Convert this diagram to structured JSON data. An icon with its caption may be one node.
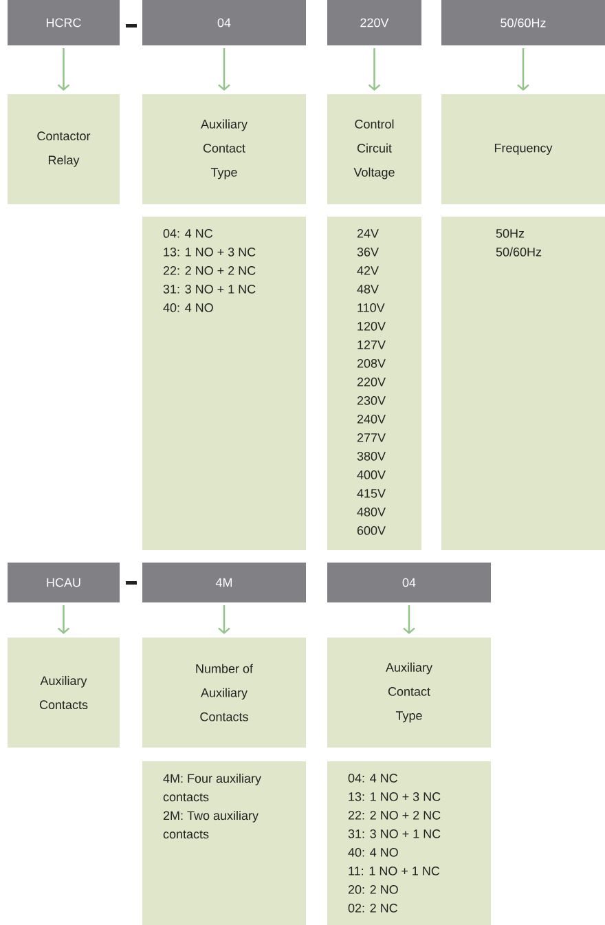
{
  "diagram": {
    "nodes": [
      {
        "text": [
          "HCRC"
        ]
      },
      {
        "text": [
          "04"
        ]
      },
      {
        "text": [
          "220V"
        ]
      },
      {
        "text": [
          "50/60Hz"
        ]
      },
      {
        "text": [
          "Contactor Relay"
        ]
      },
      {
        "text": [
          "Auxiliary Contact Type"
        ]
      },
      {
        "text": [
          "Control Circuit Voltage"
        ]
      },
      {
        "text": [
          "Frequency"
        ]
      },
      {
        "text": [
          "04: 4 NC",
          "13: 1 NO + 3 NC",
          "22: 2 NO + 2 NC",
          "31: 3 NO + 1 NC",
          "40: 4 NO"
        ]
      },
      {
        "text": [
          "24V",
          "36V",
          "42V",
          "48V",
          "110V",
          "120V",
          "127V",
          "208V",
          "220V",
          "230V",
          "240V",
          "277V",
          "380V",
          "400V",
          "415V",
          "480V",
          "600V"
        ]
      },
      {
        "text": [
          "50Hz",
          "50/60Hz"
        ]
      },
      {
        "text": [
          "HCAU"
        ]
      },
      {
        "text": [
          "4M"
        ]
      },
      {
        "text": [
          "04"
        ]
      },
      {
        "text": [
          "Auxiliary Contacts"
        ]
      },
      {
        "text": [
          "Number of Auxiliary Contacts"
        ]
      },
      {
        "text": [
          "Auxiliary Contact Type"
        ]
      },
      {
        "text": [
          "4M: Four auxiliary contacts",
          "2M: Two auxiliary contacts"
        ]
      },
      {
        "text": [
          "04: 4 NC",
          "13: 1 NO + 3 NC",
          "22: 2 NO + 2 NC",
          "31: 3 NO + 1 NC",
          "40: 4 NO",
          "11: 1 NO + 1 NC",
          "20: 2 NO",
          "02: 2 NC"
        ]
      }
    ],
    "edges": [
      {
        "from": 0,
        "to": 4,
        "arrow": "to"
      },
      {
        "from": 1,
        "to": 5,
        "arrow": "to"
      },
      {
        "from": 2,
        "to": 6,
        "arrow": "to"
      },
      {
        "from": 3,
        "to": 7,
        "arrow": "to"
      },
      {
        "from": 11,
        "to": 14,
        "arrow": "to"
      },
      {
        "from": 12,
        "to": 15,
        "arrow": "to"
      },
      {
        "from": 13,
        "to": 16,
        "arrow": "to"
      }
    ]
  }
}
